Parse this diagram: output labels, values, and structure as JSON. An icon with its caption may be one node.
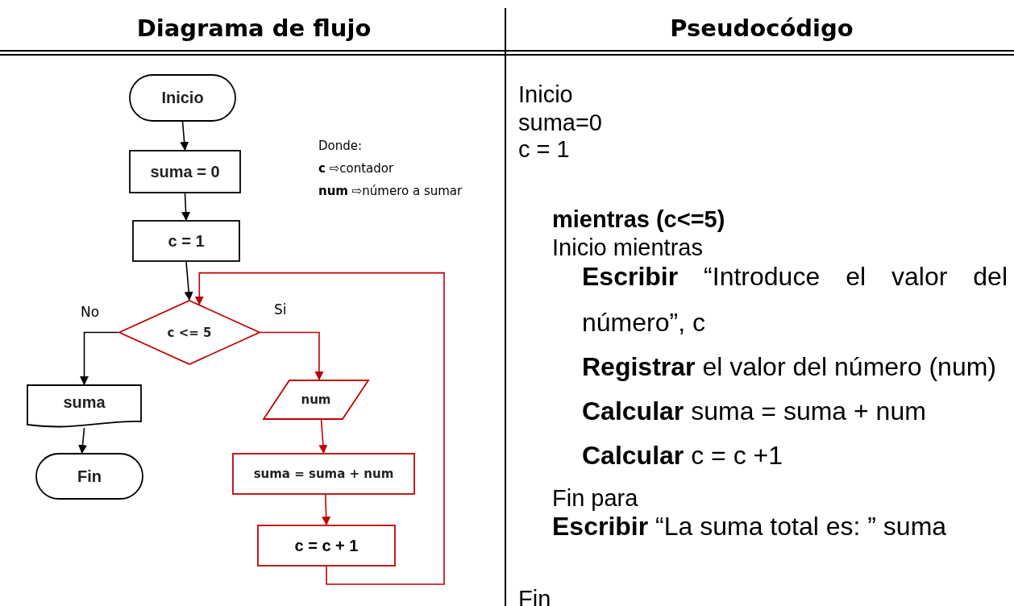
{
  "diagram": {
    "nodes": [
      {
        "text": [
          "Inicio"
        ]
      },
      {
        "text": [
          "suma = 0"
        ]
      },
      {
        "text": [
          "c = 1"
        ]
      },
      {
        "text": [
          "c <= 5"
        ]
      },
      {
        "text": [
          "suma"
        ]
      },
      {
        "text": [
          "Fin"
        ]
      },
      {
        "text": [
          "num"
        ]
      },
      {
        "text": [
          "suma = suma + num"
        ]
      },
      {
        "text": [
          "c = c + 1"
        ]
      }
    ],
    "edges": [
      {
        "from": 0,
        "to": 1,
        "arrow": "to"
      },
      {
        "from": 1,
        "to": 2,
        "arrow": "to"
      },
      {
        "from": 2,
        "to": 3,
        "arrow": "to"
      },
      {
        "from": 3,
        "to": 4,
        "arrow": "to",
        "label": "No"
      },
      {
        "from": 4,
        "to": 5,
        "arrow": "to"
      },
      {
        "from": 3,
        "to": 6,
        "arrow": "to",
        "label": "Si",
        "color": "#c00000"
      },
      {
        "from": 6,
        "to": 7,
        "arrow": "to",
        "color": "#c00000"
      },
      {
        "from": 7,
        "to": 8,
        "arrow": "to",
        "color": "#c00000"
      },
      {
        "from": 8,
        "to": 3,
        "arrow": "to",
        "color": "#c00000"
      }
    ],
    "labels": [
      "Diagrama de flujo",
      "Pseudocódigo",
      "Donde:",
      "**c**  ⇨contador",
      "**num** ⇨número a sumar",
      "Inicio",
      "suma=0",
      "c = 1",
      "mientras (c<=5)",
      "Inicio mientras",
      "**Escribir** “Introduce el valor del número”, c",
      "**Registrar** el valor del número (num)",
      "**Calcular** suma = suma + num",
      "**Calcular** c = c +1",
      "Fin para",
      "**Escribir** “La suma total es: ” suma",
      "Fin"
    ]
  }
}
